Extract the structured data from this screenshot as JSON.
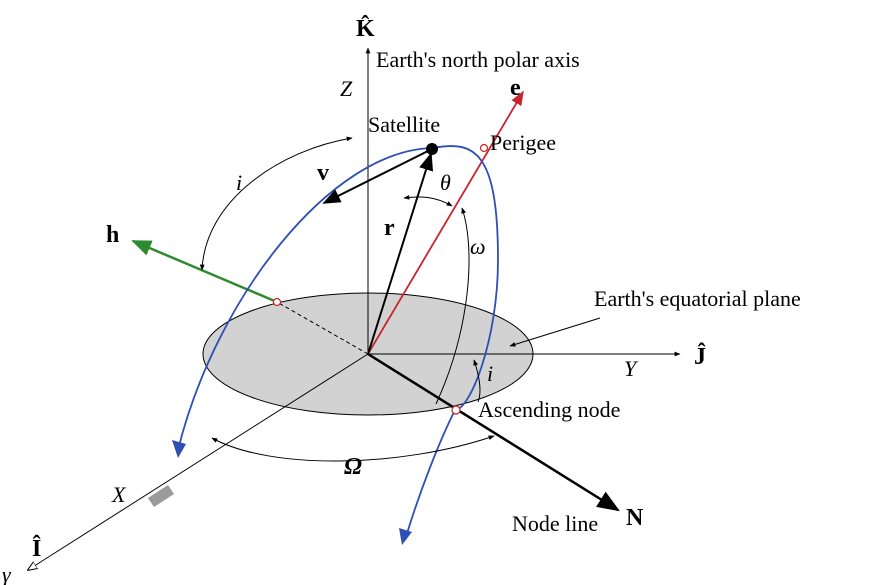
{
  "diagram": {
    "labels": {
      "K_axis": "K̂",
      "north_polar_axis": "Earth's north polar axis",
      "Z": "Z",
      "e_vector": "e",
      "satellite": "Satellite",
      "perigee": "Perigee",
      "v_vector": "v",
      "i_top": "i",
      "theta": "θ",
      "r_vector": "r",
      "h_vector": "h",
      "omega_small": "ω",
      "equatorial_plane": "Earth's equatorial plane",
      "J_axis": "Ĵ",
      "Y": "Y",
      "i_node": "i",
      "ascending_node": "Ascending node",
      "Omega": "Ω",
      "X": "X",
      "I_axis": "Î",
      "gamma": "γ",
      "node_line": "Node line",
      "N_vector": "N"
    },
    "colors": {
      "orbit": "#2f4fb5",
      "eccentricity": "#c8242b",
      "angular_momentum": "#2e8a2e",
      "plane_fill": "#d2d2d2",
      "ink": "#000000"
    }
  }
}
